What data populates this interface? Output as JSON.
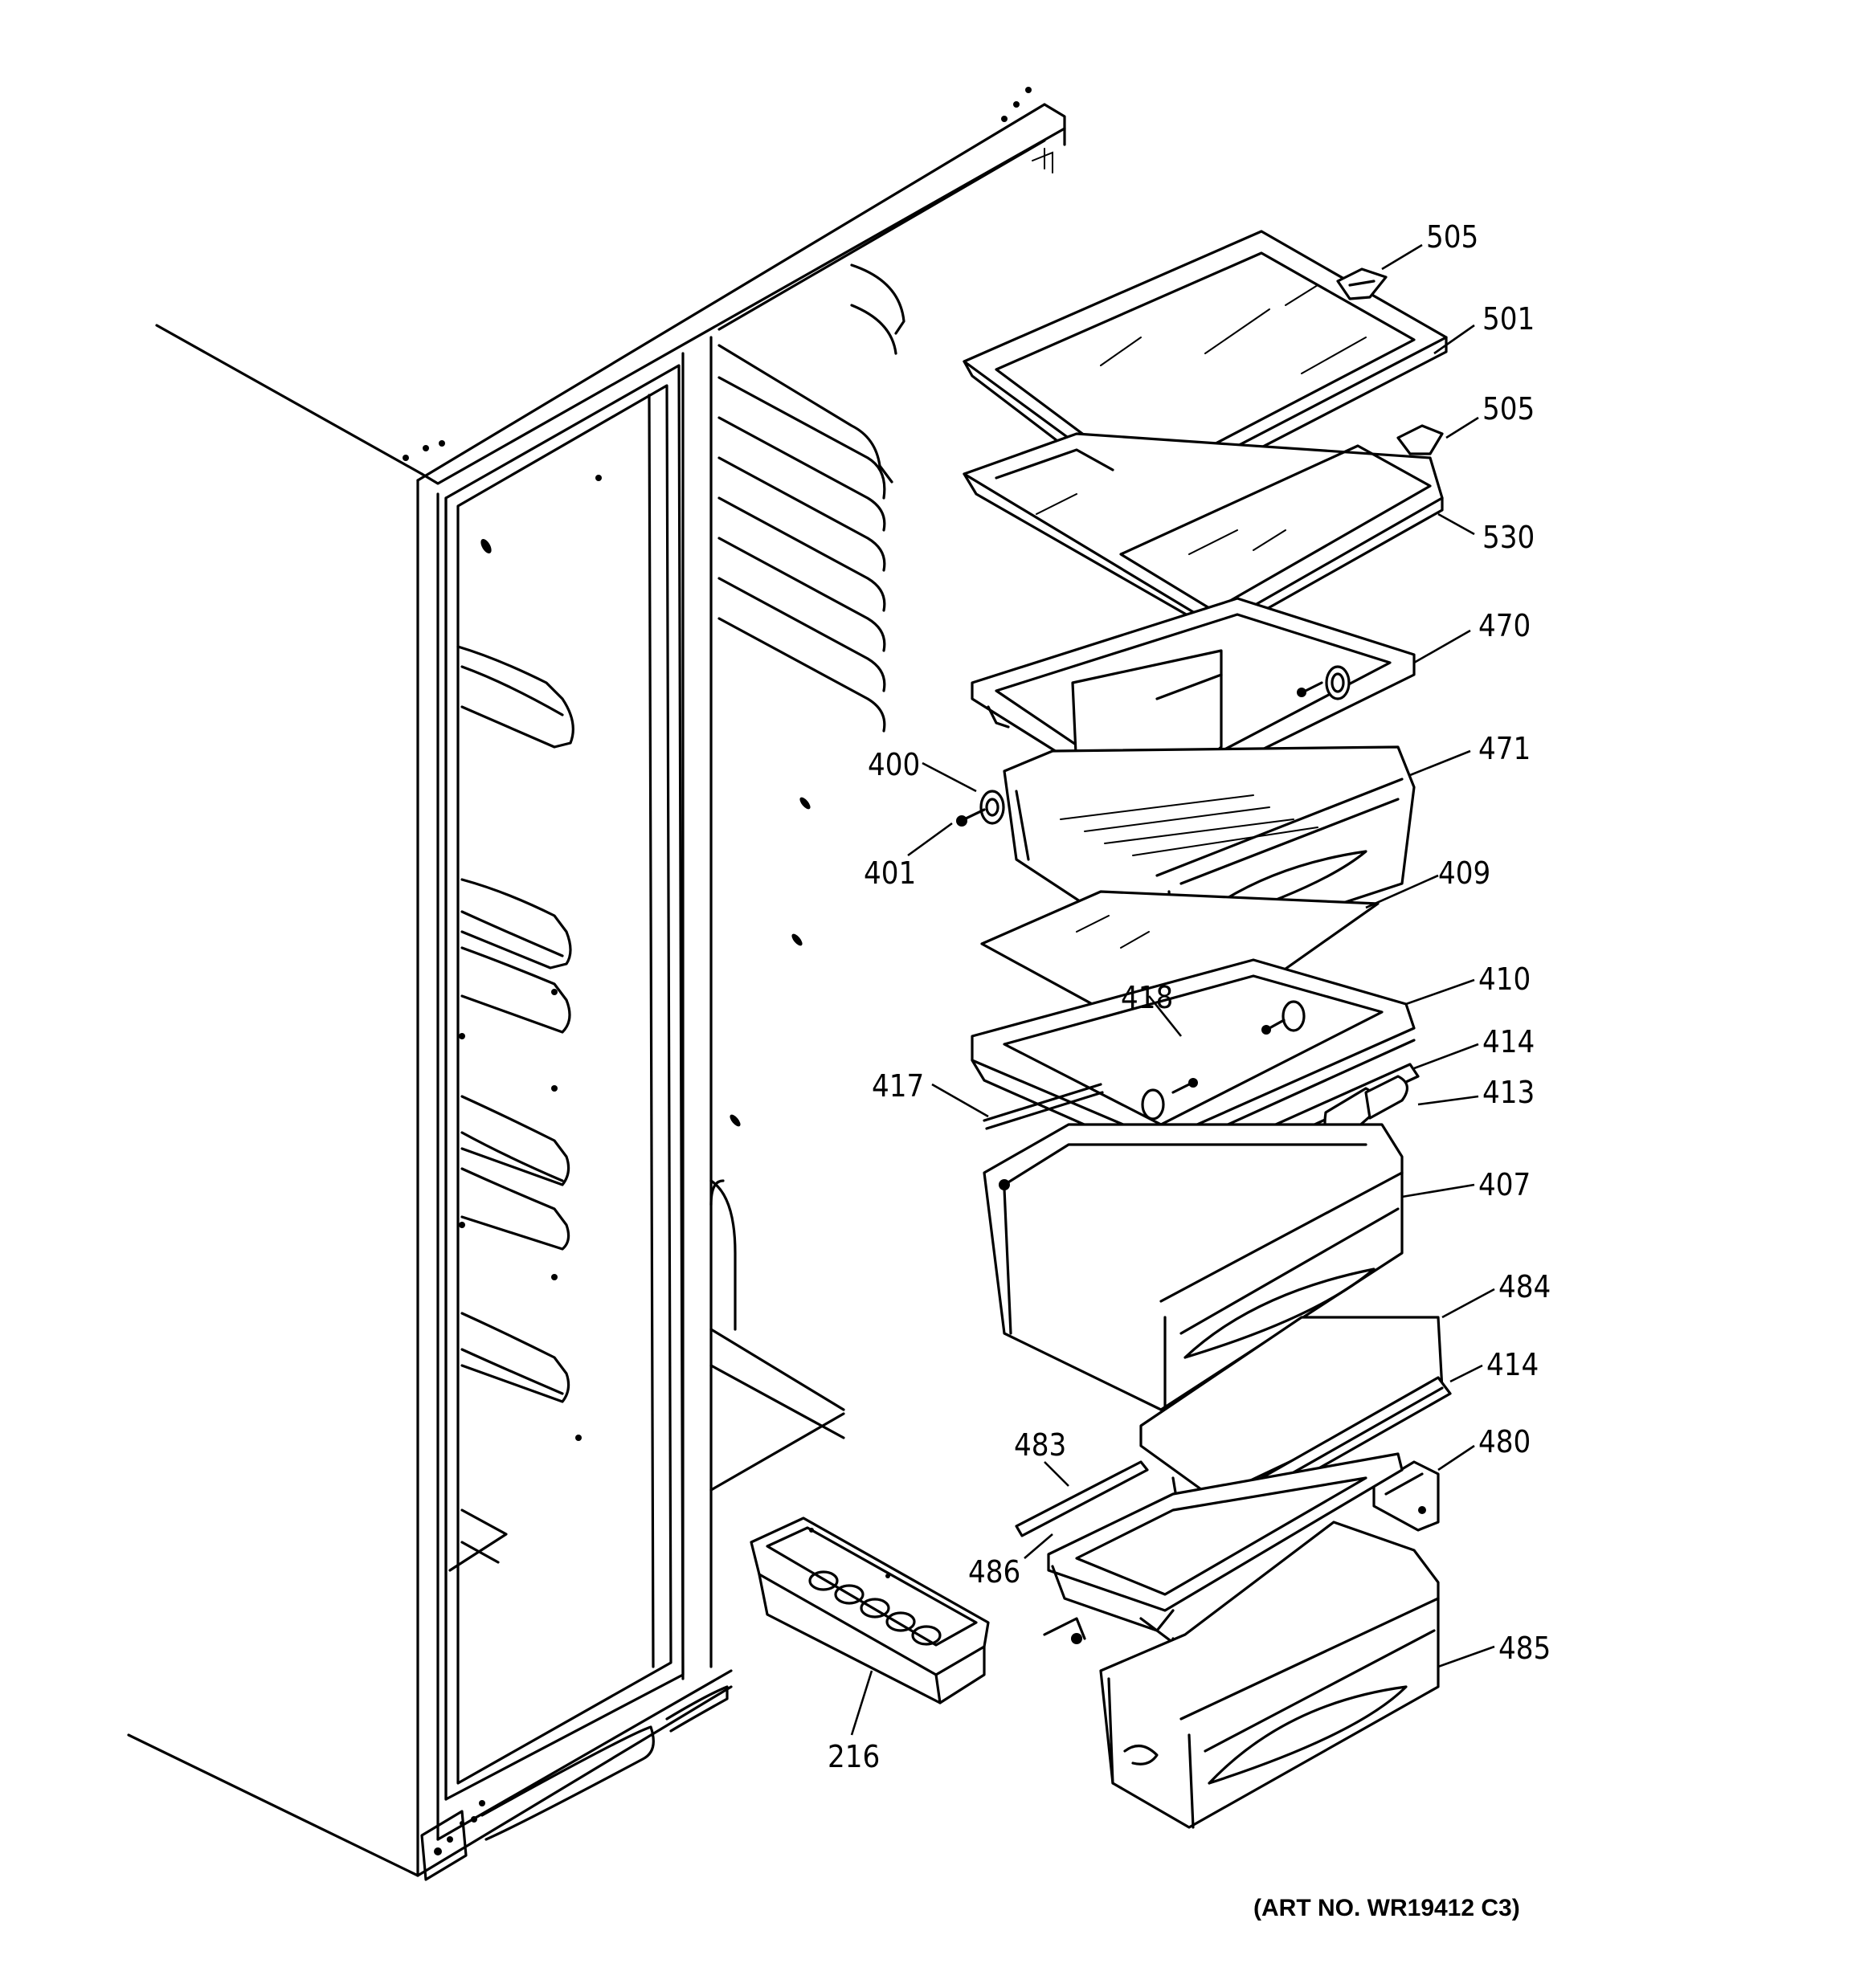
{
  "labels": {
    "p505a": "505",
    "p501": "501",
    "p505b": "505",
    "p530": "530",
    "p470": "470",
    "p471": "471",
    "p400": "400",
    "p401": "401",
    "p409": "409",
    "p410": "410",
    "p418": "418",
    "p414a": "414",
    "p417": "417",
    "p413": "413",
    "p407": "407",
    "p484": "484",
    "p414b": "414",
    "p483": "483",
    "p480": "480",
    "p486": "486",
    "p485": "485",
    "p216": "216"
  },
  "art_number": "(ART NO. WR19412 C3)"
}
